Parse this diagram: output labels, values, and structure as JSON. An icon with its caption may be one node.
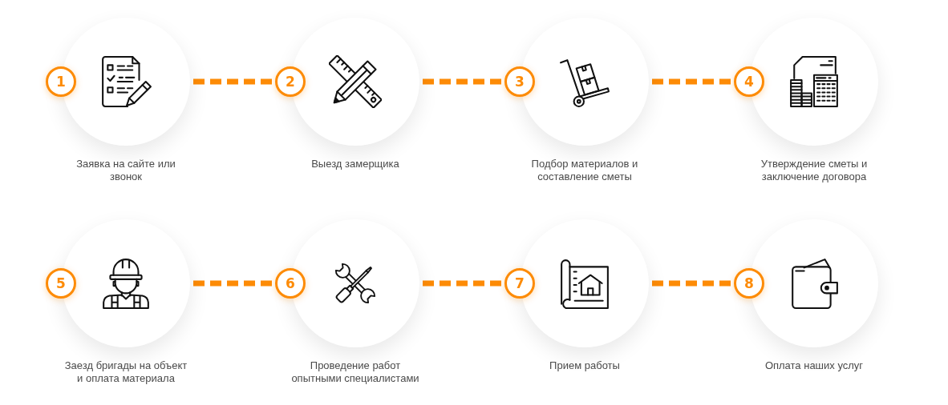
{
  "diagram": {
    "nodes": [
      {
        "text": [
          "1",
          "Заявка на сайте или звонок"
        ]
      },
      {
        "text": [
          "2",
          "Выезд замерщика"
        ]
      },
      {
        "text": [
          "3",
          "Подбор материалов и составление сметы"
        ]
      },
      {
        "text": [
          "4",
          "Утверждение сметы и заключение договора"
        ]
      },
      {
        "text": [
          "5",
          "Заезд бригады на объект и оплата материала"
        ]
      },
      {
        "text": [
          "6",
          "Проведение работ опытными специалистами"
        ]
      },
      {
        "text": [
          "7",
          "Прием работы"
        ]
      },
      {
        "text": [
          "8",
          "Оплата наших услуг"
        ]
      }
    ],
    "edges": [
      {
        "from": 0,
        "to": 1,
        "arrow": "none",
        "style": "dashed"
      },
      {
        "from": 1,
        "to": 2,
        "arrow": "none",
        "style": "dashed"
      },
      {
        "from": 2,
        "to": 3,
        "arrow": "none",
        "style": "dashed"
      },
      {
        "from": 4,
        "to": 5,
        "arrow": "none",
        "style": "dashed"
      },
      {
        "from": 5,
        "to": 6,
        "arrow": "none",
        "style": "dashed"
      },
      {
        "from": 6,
        "to": 7,
        "arrow": "none",
        "style": "dashed"
      }
    ]
  }
}
